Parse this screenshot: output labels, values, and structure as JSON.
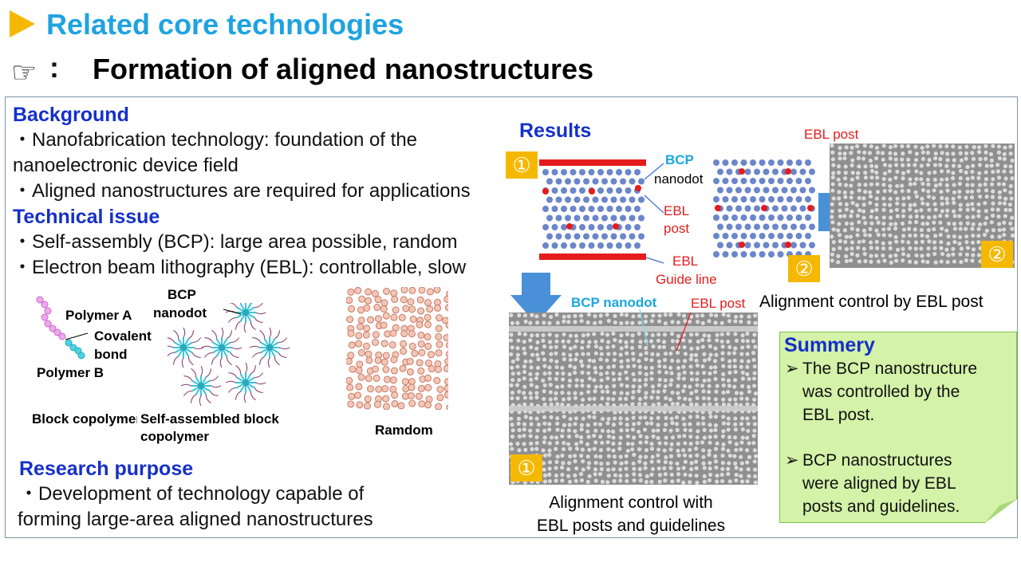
{
  "header": {
    "title": "Related core technologies",
    "subtitle": "Formation of aligned nanostructures",
    "hand_glyph": "☞",
    "colon": ":"
  },
  "background": {
    "heading": "Background",
    "line1": "・Nanofabrication technology: foundation of the",
    "line2": "nanoelectronic device field",
    "line3": "・Aligned nanostructures are required for applications"
  },
  "technical_issue": {
    "heading": "Technical issue",
    "line1": "・Self-assembly (BCP): large area possible, random",
    "line2": "・Electron beam lithography (EBL): controllable, slow"
  },
  "figure_left": {
    "bcp_nanodot": [
      "BCP",
      "nanodot"
    ],
    "polymer_a": "Polymer A",
    "covalent": [
      "Covalent",
      "bond"
    ],
    "polymer_b": "Polymer B",
    "block_copolymer": "Block copolymer",
    "self_assembled": [
      "Self-assembled block",
      "copolymer"
    ],
    "random": "Ramdom"
  },
  "research_purpose": {
    "heading": "Research purpose",
    "line1": "・Development of technology capable of",
    "line2": "forming large-area aligned nanostructures"
  },
  "results": {
    "heading": "Results",
    "badge1": "①",
    "badge2": "②",
    "bcp_label": "BCP",
    "nanodot_label": "nanodot",
    "ebl_label": "EBL",
    "post_label": "post",
    "ebl_label2": "EBL",
    "guide_line_label": "Guide line",
    "ebl_post_top": "EBL post",
    "caption_right": "Alignment control by EBL post",
    "bcp_nanodot_sem": "BCP nanodot",
    "ebl_post_sem": "EBL post",
    "caption_bottom1": "Alignment control with",
    "caption_bottom2": "EBL posts and guidelines"
  },
  "summary": {
    "heading": "Summery",
    "bullet": "➢",
    "items": [
      [
        "The BCP nanostructure",
        "was controlled by the",
        "EBL post."
      ],
      [
        "BCP nanostructures",
        "were aligned by EBL",
        "posts and guidelines."
      ]
    ]
  },
  "colors": {
    "title": "#1fa3e0",
    "heading": "#1530c9",
    "accent": "#f5b800",
    "red": "#e51c1c",
    "dot_blue": "#6b86c9",
    "summary_bg": "#d4f2a8"
  }
}
